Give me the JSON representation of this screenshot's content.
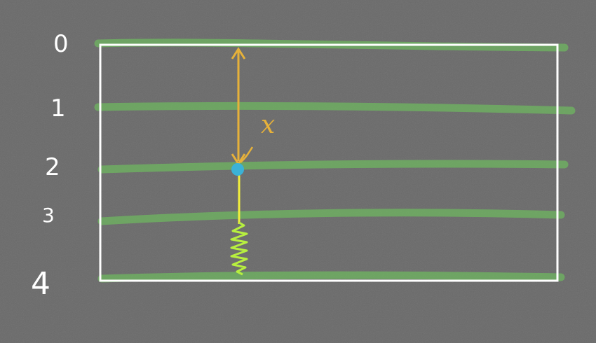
{
  "levels": [
    "0",
    "1",
    "2",
    "3",
    "4"
  ],
  "variable_label": "x",
  "colors": {
    "background": "#6a6a6a",
    "level_line": "#6fae61",
    "frame": "#ffffff",
    "arrow": "#e6b13a",
    "dot": "#3bb2d6",
    "stem": "#f2ef3c",
    "spring": "#b7ef3f",
    "label": "#ffffff"
  }
}
